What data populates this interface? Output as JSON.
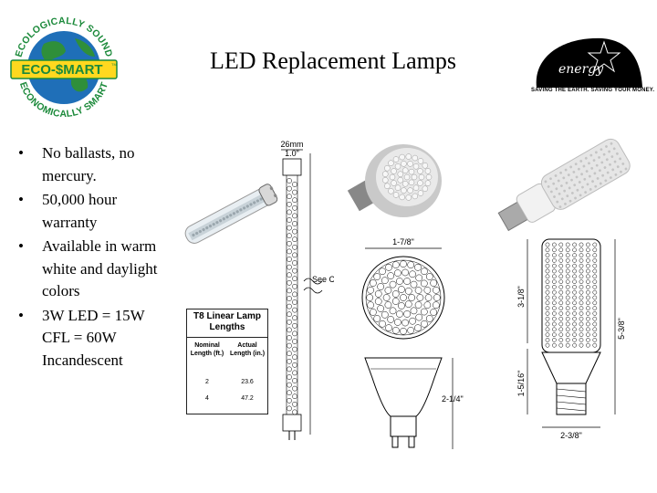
{
  "slide": {
    "title": "LED Replacement Lamps",
    "bullets": [
      "No ballasts, no mercury.",
      "50,000 hour warranty",
      "Available in warm white and daylight colors",
      "3W LED = 15W CFL = 60W Incandescent"
    ],
    "bullet_symbol": "•"
  },
  "logos": {
    "eco_top": "ECOLOGICALLY SOUND",
    "eco_center": "ECO-$MART",
    "eco_tm": "TM",
    "eco_bottom": "ECONOMICALLY SMART",
    "energy_script": "energy",
    "energy_tagline": "SAVING THE EARTH. SAVING YOUR MONEY."
  },
  "t8_table": {
    "title": "T8 Linear Lamp Lengths",
    "col1_header": "Nominal Length (ft.)",
    "col2_header": "Actual Length (in.)",
    "rows": [
      {
        "nominal": "2",
        "actual": "23.6"
      },
      {
        "nominal": "4",
        "actual": "47.2"
      }
    ]
  },
  "tube_diagram": {
    "dim_top": "26mm",
    "dim_top2": "1.0\"",
    "see_chart": "See Chart"
  },
  "par_diagram": {
    "width_label": "1-7/8\"",
    "height_label": "2-1/4\""
  },
  "corn_diagram": {
    "upper_height": "3-1/8\"",
    "total_height": "5-3/8\"",
    "base_height": "1-5/16\"",
    "width_label": "2-3/8\""
  },
  "colors": {
    "ocean": "#1f6fb8",
    "land": "#2f8f3a",
    "eco_green": "#1c8a3b"
  }
}
